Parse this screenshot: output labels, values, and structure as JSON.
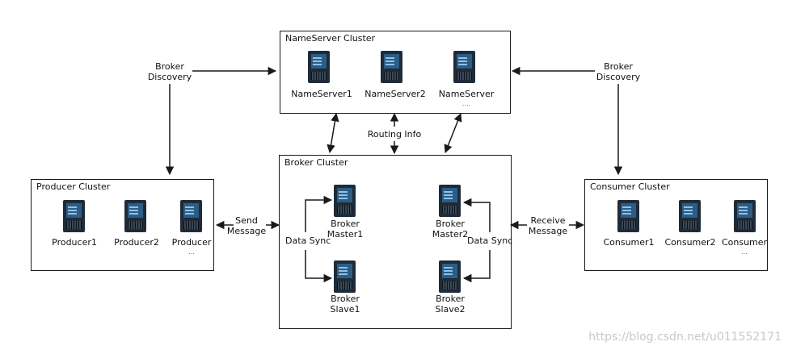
{
  "nameserver_cluster": {
    "title": "NameServer Cluster",
    "servers": [
      {
        "label": "NameServer1"
      },
      {
        "label": "NameServer2"
      },
      {
        "label": "NameServer",
        "sub": "...."
      }
    ]
  },
  "broker_cluster": {
    "title": "Broker Cluster",
    "masters": [
      {
        "line1": "Broker",
        "line2": "Master1"
      },
      {
        "line1": "Broker",
        "line2": "Master2"
      }
    ],
    "slaves": [
      {
        "line1": "Broker",
        "line2": "Slave1"
      },
      {
        "line1": "Broker",
        "line2": "Slave2"
      }
    ],
    "sync_label_left": "Data Sync",
    "sync_label_right": "Data Sync"
  },
  "producer_cluster": {
    "title": "Producer Cluster",
    "servers": [
      {
        "label": "Producer1"
      },
      {
        "label": "Producer2"
      },
      {
        "label": "Producer",
        "sub": "..."
      }
    ]
  },
  "consumer_cluster": {
    "title": "Consumer Cluster",
    "servers": [
      {
        "label": "Consumer1"
      },
      {
        "label": "Consumer2"
      },
      {
        "label": "Consumer",
        "sub": "..."
      }
    ]
  },
  "connections": {
    "broker_discovery_left": {
      "line1": "Broker",
      "line2": "Discovery"
    },
    "broker_discovery_right": {
      "line1": "Broker",
      "line2": "Discovery"
    },
    "routing_info": "Routing Info",
    "send_message": {
      "line1": "Send",
      "line2": "Message"
    },
    "receive_message": {
      "line1": "Receive",
      "line2": "Message"
    }
  },
  "watermark": "https://blog.csdn.net/u011552171",
  "colors": {
    "line": "#1a1a1a",
    "server_body": "#1f2b38",
    "server_screen": "#2c5d86"
  }
}
